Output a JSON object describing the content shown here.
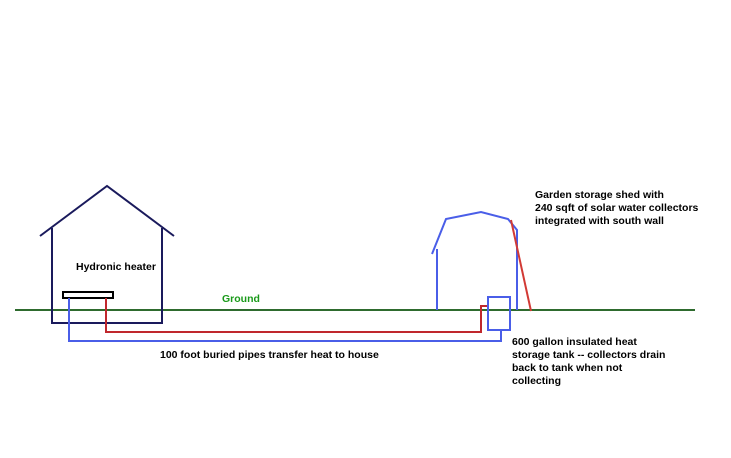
{
  "labels": {
    "hydronic_heater": "Hydronic heater",
    "ground": "Ground",
    "buried_pipes": "100 foot buried pipes transfer heat to house",
    "shed": [
      "Garden storage shed with",
      "240 sqft of solar water collectors",
      "integrated with south wall"
    ],
    "tank": [
      "600 gallon insulated heat",
      "storage tank -- collectors drain",
      "back to tank when not",
      "collecting"
    ]
  },
  "colors": {
    "house_outline": "#1a1a5c",
    "ground_line": "#2e6b2e",
    "ground_label": "#1a9a1a",
    "hot_pipe": "#c0282d",
    "cold_pipe": "#4a5ee8",
    "shed_outline": "#4a5ee8",
    "collector": "#d23a35"
  }
}
